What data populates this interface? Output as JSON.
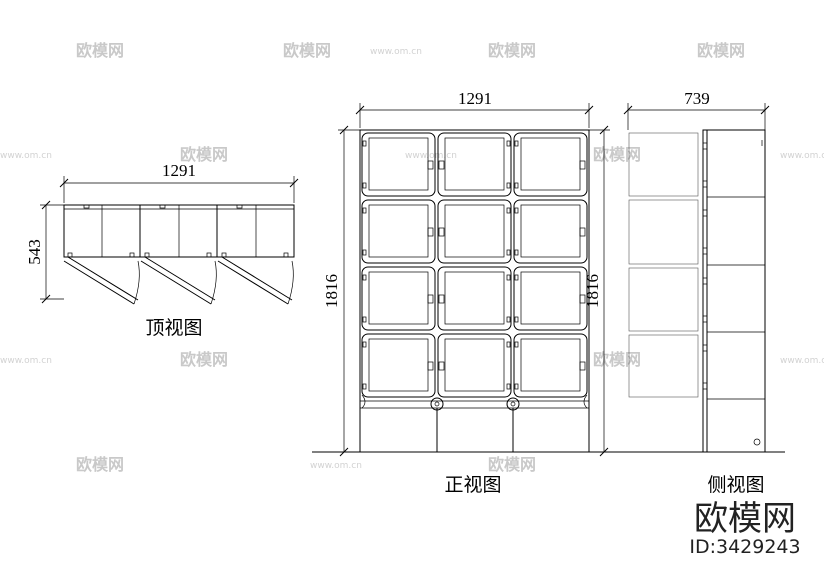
{
  "top_view": {
    "width_dim": "1291",
    "depth_dim": "543",
    "caption": "顶视图"
  },
  "front_view": {
    "width_dim": "1291",
    "height_dim_left": "1816",
    "height_dim_right": "1816",
    "caption": "正视图"
  },
  "side_view": {
    "depth_dim": "739",
    "caption": "侧视图"
  },
  "watermark": {
    "site_logo": "欧模网",
    "site_url": "www.om.cn",
    "model_id": "ID:3429243"
  }
}
